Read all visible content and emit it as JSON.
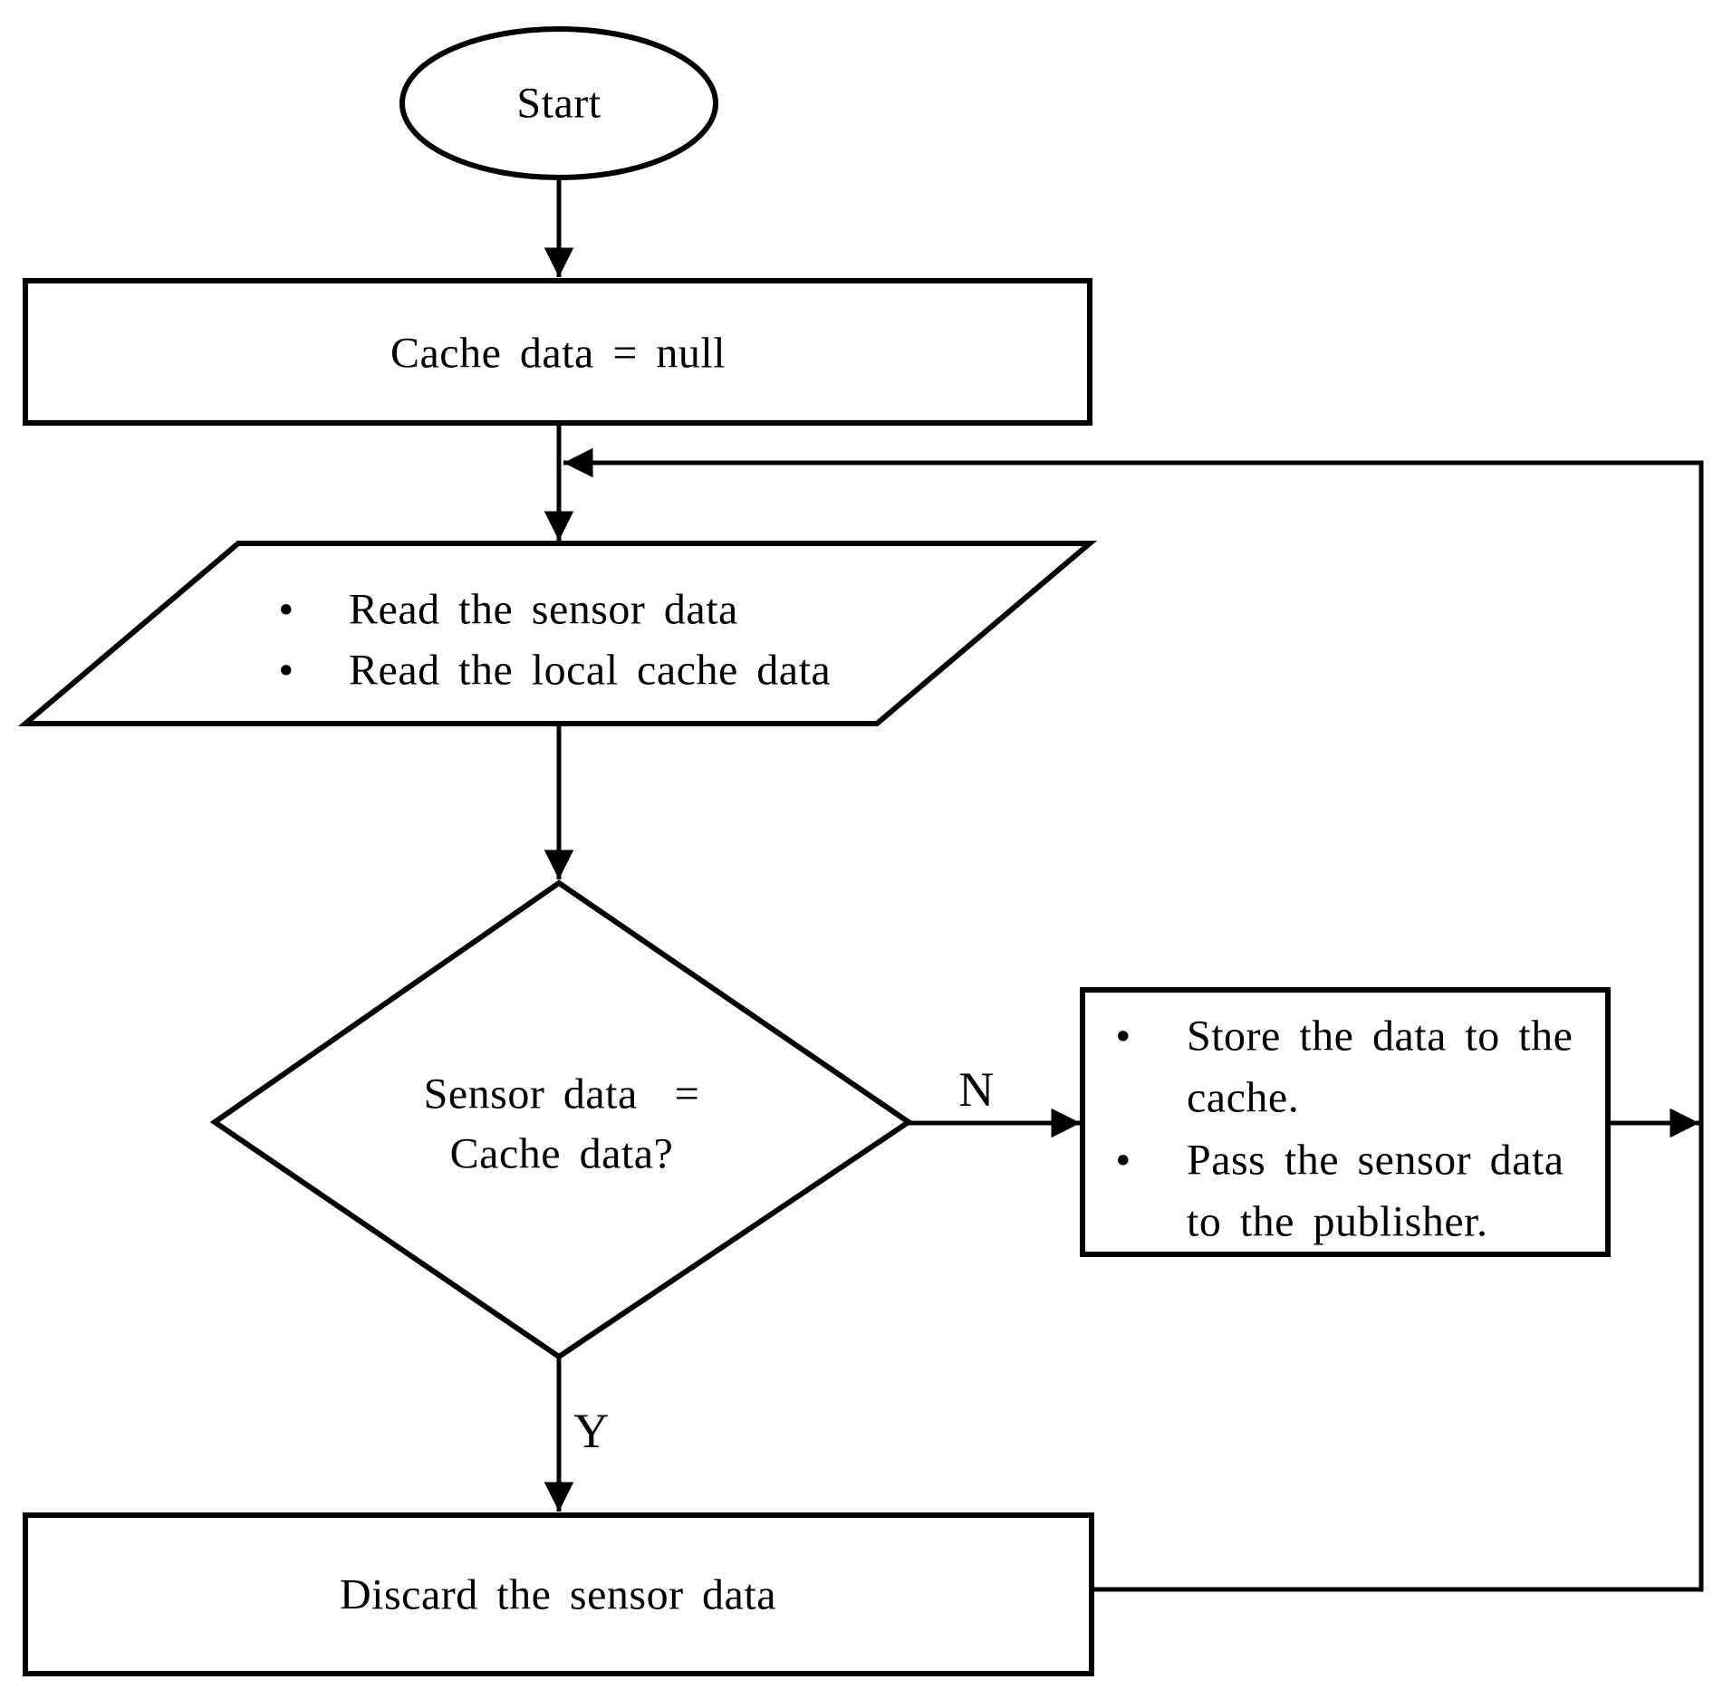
{
  "canvas": {
    "background": "#ffffff",
    "ink": "#000000"
  },
  "flowchart": {
    "bullet_char": "•",
    "start": {
      "label": "Start"
    },
    "init": {
      "label": "Cache data = null"
    },
    "read": {
      "items": [
        "Read the sensor data",
        "Read the local cache data"
      ]
    },
    "decision": {
      "line1": "Sensor data  =",
      "line2": "Cache data?"
    },
    "branches": {
      "no": "N",
      "yes": "Y"
    },
    "store": {
      "lines": [
        "Store the data to the",
        "cache.",
        "Pass the sensor data",
        "to the publisher."
      ]
    },
    "discard": {
      "label": "Discard the sensor data"
    }
  }
}
